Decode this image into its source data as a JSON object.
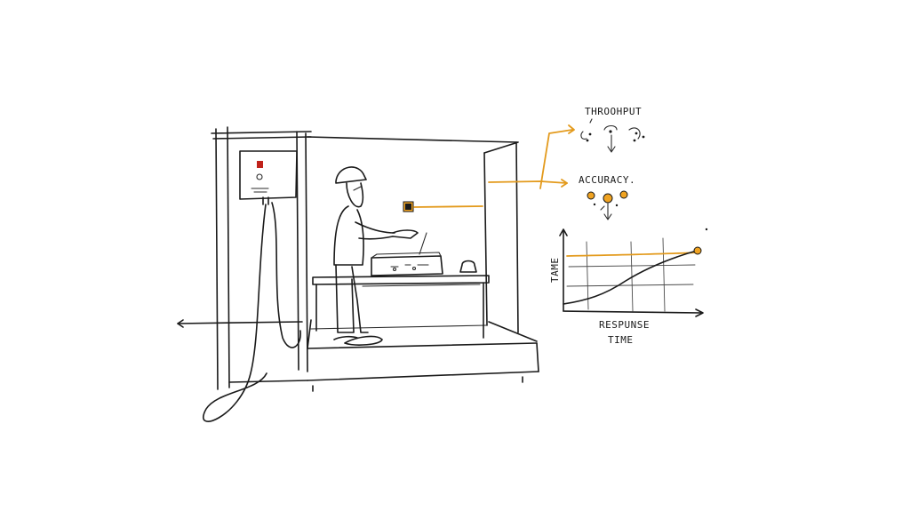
{
  "labels": {
    "throughput": "THROOHPUT",
    "accuracy": "ACCURACY.",
    "chart_y_axis": "TAME",
    "chart_x_axis_line1": "RESPUNSE",
    "chart_x_axis_line2": "TIME"
  },
  "colors": {
    "ink": "#1a1a1a",
    "accent": "#e39a1c",
    "indicator_light": "#c0221b"
  }
}
